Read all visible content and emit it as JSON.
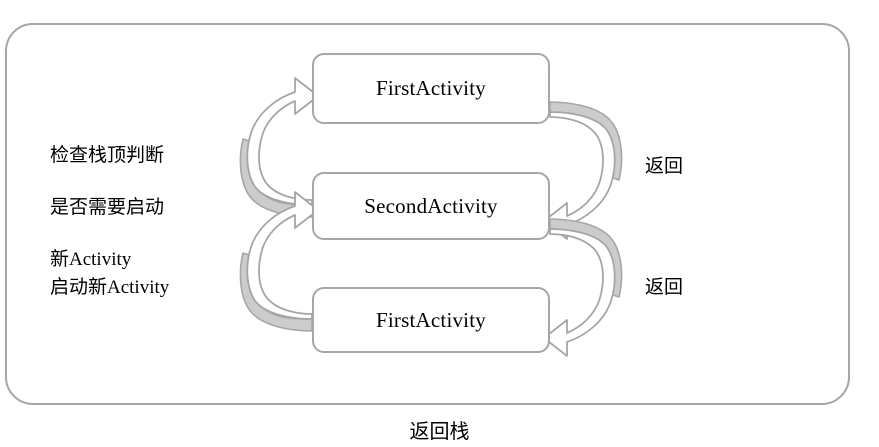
{
  "diagram": {
    "caption": "返回栈",
    "boxes": [
      {
        "id": "first-top",
        "label": "FirstActivity"
      },
      {
        "id": "second",
        "label": "SecondActivity"
      },
      {
        "id": "first-bottom",
        "label": "FirstActivity"
      }
    ],
    "notes": {
      "check_top_line1": "检查栈顶判断",
      "check_top_line2": "是否需要启动",
      "check_top_line3": "新Activity",
      "launch_new": "启动新Activity",
      "return_top": "返回",
      "return_bottom": "返回"
    },
    "colors": {
      "stroke": "#a6a6a6",
      "arrow_fill": "#ffffff",
      "arrow_shadow": "#cccccc",
      "text": "#000000",
      "background": "#ffffff"
    }
  }
}
